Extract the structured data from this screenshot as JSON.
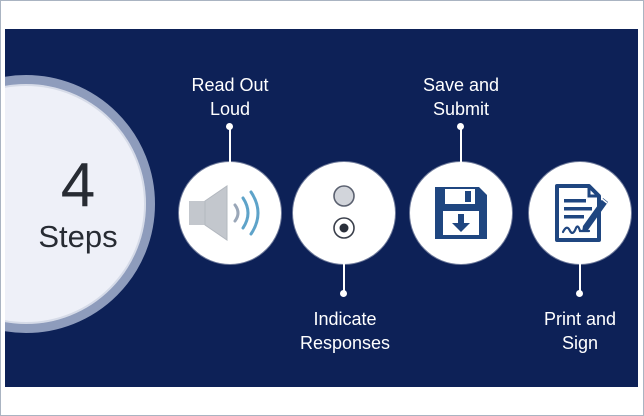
{
  "hero": {
    "number": "4",
    "label": "Steps"
  },
  "steps": [
    {
      "line1": "Read Out",
      "line2": "Loud",
      "icon": "speaker-icon"
    },
    {
      "line1": "Indicate",
      "line2": "Responses",
      "icon": "radio-buttons-icon"
    },
    {
      "line1": "Save and",
      "line2": "Submit",
      "icon": "floppy-disk-save-icon"
    },
    {
      "line1": "Print and",
      "line2": "Sign",
      "icon": "signed-document-icon"
    }
  ],
  "colors": {
    "background": "#0d2157",
    "accent": "#1f4680",
    "ring": "#8e9cbc",
    "text_light": "#ffffff",
    "text_dark": "#272b33"
  }
}
